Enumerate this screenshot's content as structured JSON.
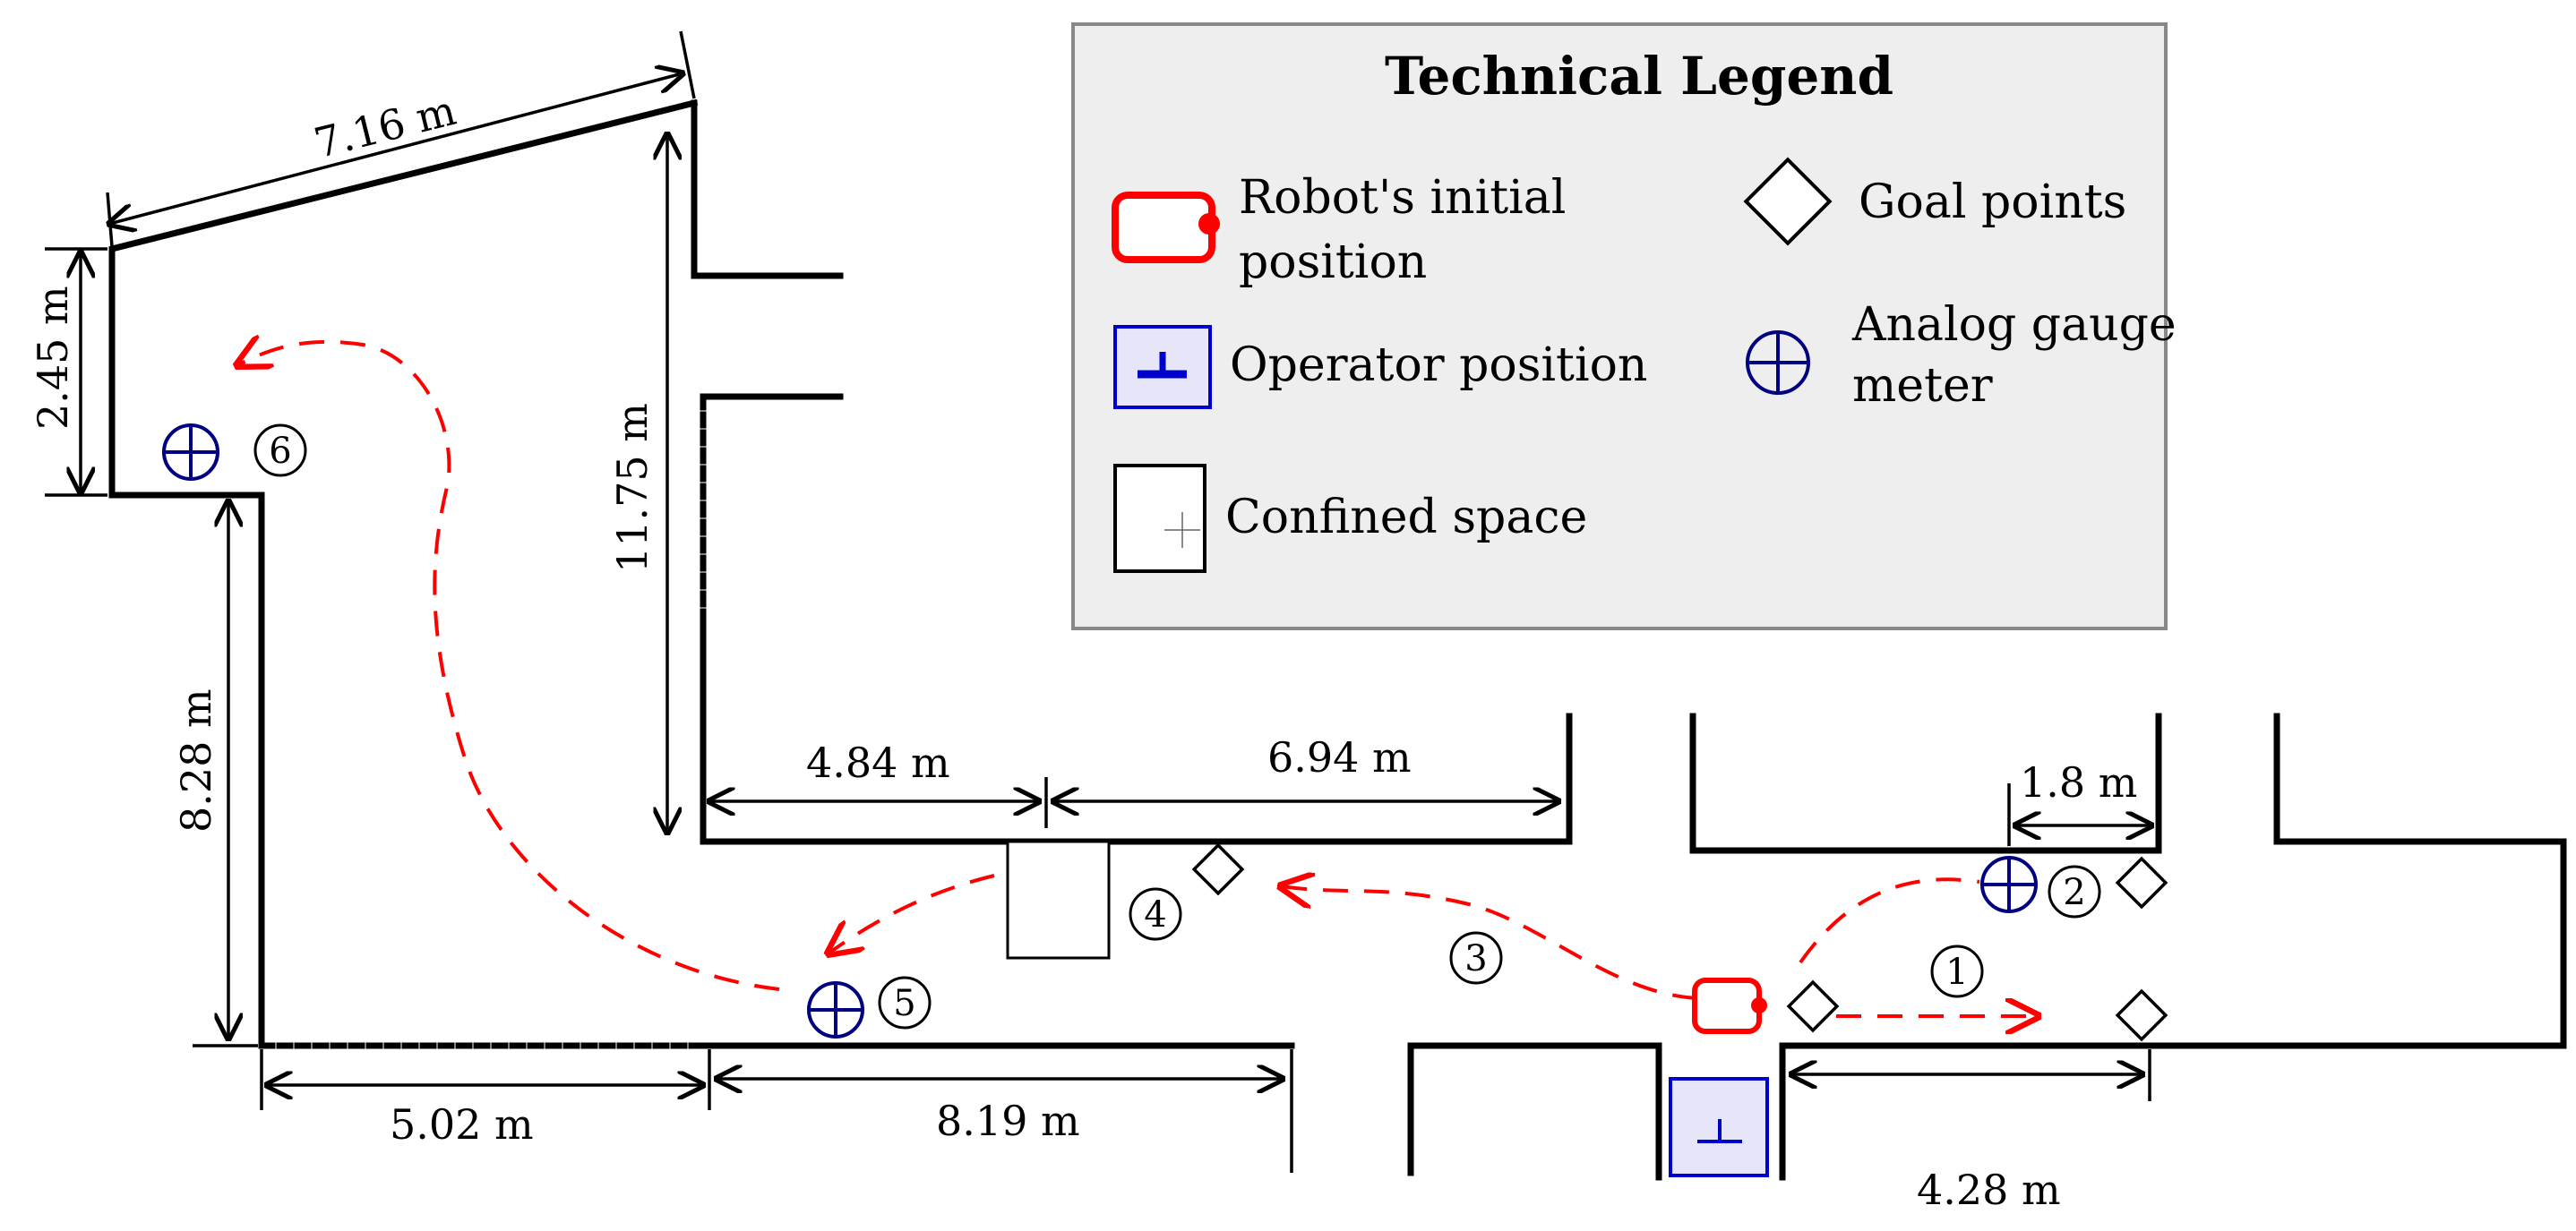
{
  "legend": {
    "title": "Technical Legend",
    "items": [
      {
        "key": "robot",
        "lines": [
          "Robot's initial",
          "position"
        ],
        "icon": "robot-icon",
        "color": "#ff0000"
      },
      {
        "key": "goal",
        "lines": [
          "Goal points"
        ],
        "icon": "diamond-icon",
        "color": "#000000"
      },
      {
        "key": "operator",
        "lines": [
          "Operator position"
        ],
        "icon": "operator-icon",
        "color": "#0000cc"
      },
      {
        "key": "gauge",
        "lines": [
          "Analog gauge",
          "meter"
        ],
        "icon": "gauge-icon",
        "color": "#000080"
      },
      {
        "key": "confined",
        "lines": [
          "Confined space"
        ],
        "icon": "confined-space-icon",
        "color": "#000000"
      }
    ]
  },
  "dimensions": {
    "top_wall": "7.16 m",
    "left_upper": "2.45 m",
    "left_lower": "8.28 m",
    "corridor_height": "11.75 m",
    "bottom_left": "5.02 m",
    "bottom_middle": "8.19 m",
    "mid_left": "4.84 m",
    "mid_right": "6.94 m",
    "small_right": "1.8 m",
    "bottom_right": "4.28 m"
  },
  "waypoints": [
    "1",
    "2",
    "3",
    "4",
    "5",
    "6"
  ],
  "colors": {
    "path": "#ff0000",
    "gauge": "#000080",
    "operator": "#0000cc",
    "operator_fill": "#e6e6f8",
    "legend_bg": "#eeeeee",
    "legend_border": "#888888"
  }
}
